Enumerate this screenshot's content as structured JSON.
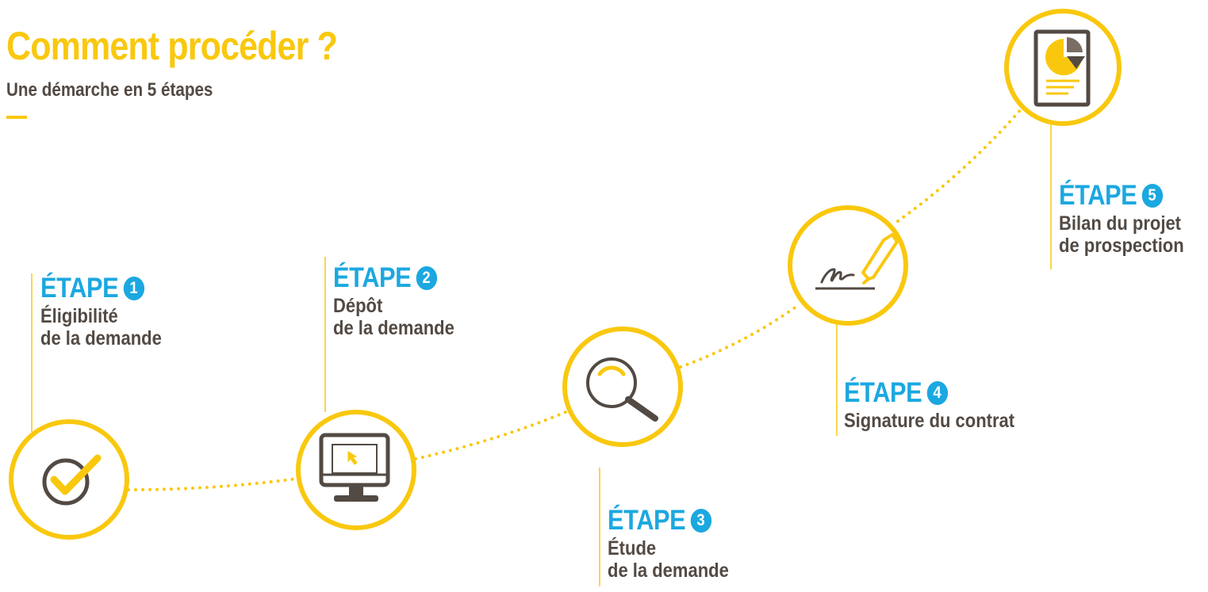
{
  "header": {
    "title": "Comment procéder ?",
    "subtitle": "Une démarche en 5 étapes"
  },
  "colors": {
    "accent_yellow": "#f9c80e",
    "step_blue": "#1ba8e0",
    "text_dark": "#524a43"
  },
  "steps": [
    {
      "prefix": "ÉTAPE",
      "number": "1",
      "label_lines": [
        "Éligibilité",
        "de la demande"
      ],
      "icon": "checkmark-circle-icon"
    },
    {
      "prefix": "ÉTAPE",
      "number": "2",
      "label_lines": [
        "Dépôt",
        "de la demande"
      ],
      "icon": "computer-monitor-icon"
    },
    {
      "prefix": "ÉTAPE",
      "number": "3",
      "label_lines": [
        "Étude",
        "de la demande"
      ],
      "icon": "magnifying-glass-icon"
    },
    {
      "prefix": "ÉTAPE",
      "number": "4",
      "label_lines": [
        "Signature du contrat"
      ],
      "icon": "signature-pen-icon"
    },
    {
      "prefix": "ÉTAPE",
      "number": "5",
      "label_lines": [
        "Bilan du projet",
        "de prospection"
      ],
      "icon": "report-chart-icon"
    }
  ]
}
